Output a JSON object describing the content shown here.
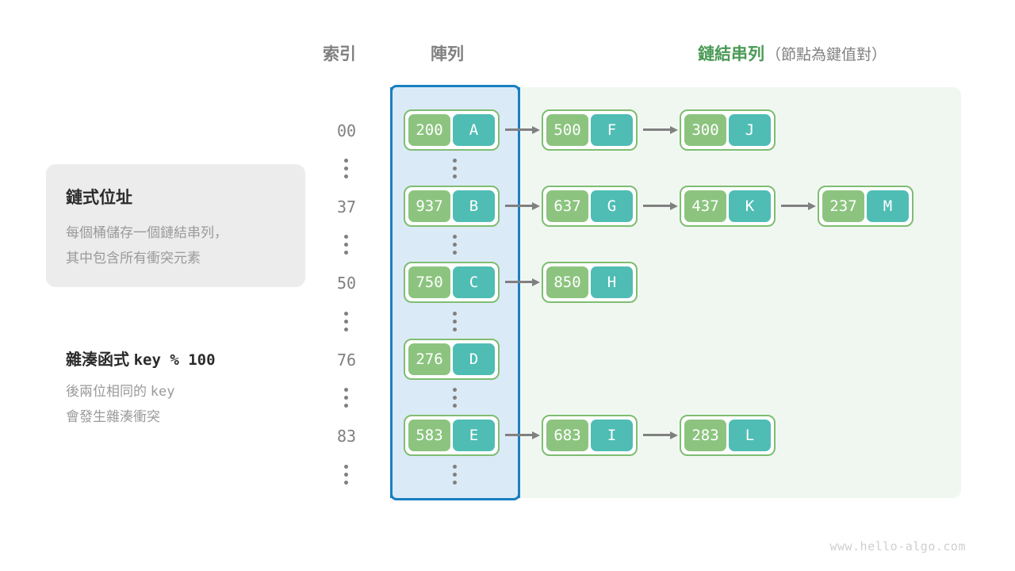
{
  "headers": {
    "index": "索引",
    "array": "陣列",
    "list_main": "鏈結串列",
    "list_sub": "（節點為鍵值對）"
  },
  "info_card": {
    "title": "鏈式位址",
    "line1": "每個桶儲存一個鏈結串列，",
    "line2": "其中包含所有衝突元素"
  },
  "hash": {
    "title_label": "雜湊函式",
    "title_code": "key % 100",
    "line1_a": "後兩位相同的",
    "line1_code": "key",
    "line2": "會發生雜湊衝突"
  },
  "buckets": [
    {
      "index": "00",
      "nodes": [
        {
          "key": "200",
          "value": "A"
        },
        {
          "key": "500",
          "value": "F"
        },
        {
          "key": "300",
          "value": "J"
        }
      ]
    },
    {
      "index": "37",
      "nodes": [
        {
          "key": "937",
          "value": "B"
        },
        {
          "key": "637",
          "value": "G"
        },
        {
          "key": "437",
          "value": "K"
        },
        {
          "key": "237",
          "value": "M"
        }
      ]
    },
    {
      "index": "50",
      "nodes": [
        {
          "key": "750",
          "value": "C"
        },
        {
          "key": "850",
          "value": "H"
        }
      ]
    },
    {
      "index": "76",
      "nodes": [
        {
          "key": "276",
          "value": "D"
        }
      ]
    },
    {
      "index": "83",
      "nodes": [
        {
          "key": "583",
          "value": "E"
        },
        {
          "key": "683",
          "value": "I"
        },
        {
          "key": "283",
          "value": "L"
        }
      ]
    }
  ],
  "watermark": "www.hello-algo.com",
  "colors": {
    "key_cell": "#8cc47f",
    "value_cell": "#4fbdb4",
    "node_border": "#7fbd72",
    "array_panel_bg": "#dbeaf7",
    "array_panel_border": "#1a7fc1",
    "list_panel_bg": "#f0f7f1",
    "list_header": "#4a9a56",
    "arrow": "#808080",
    "muted_text": "#9a9a9a"
  }
}
